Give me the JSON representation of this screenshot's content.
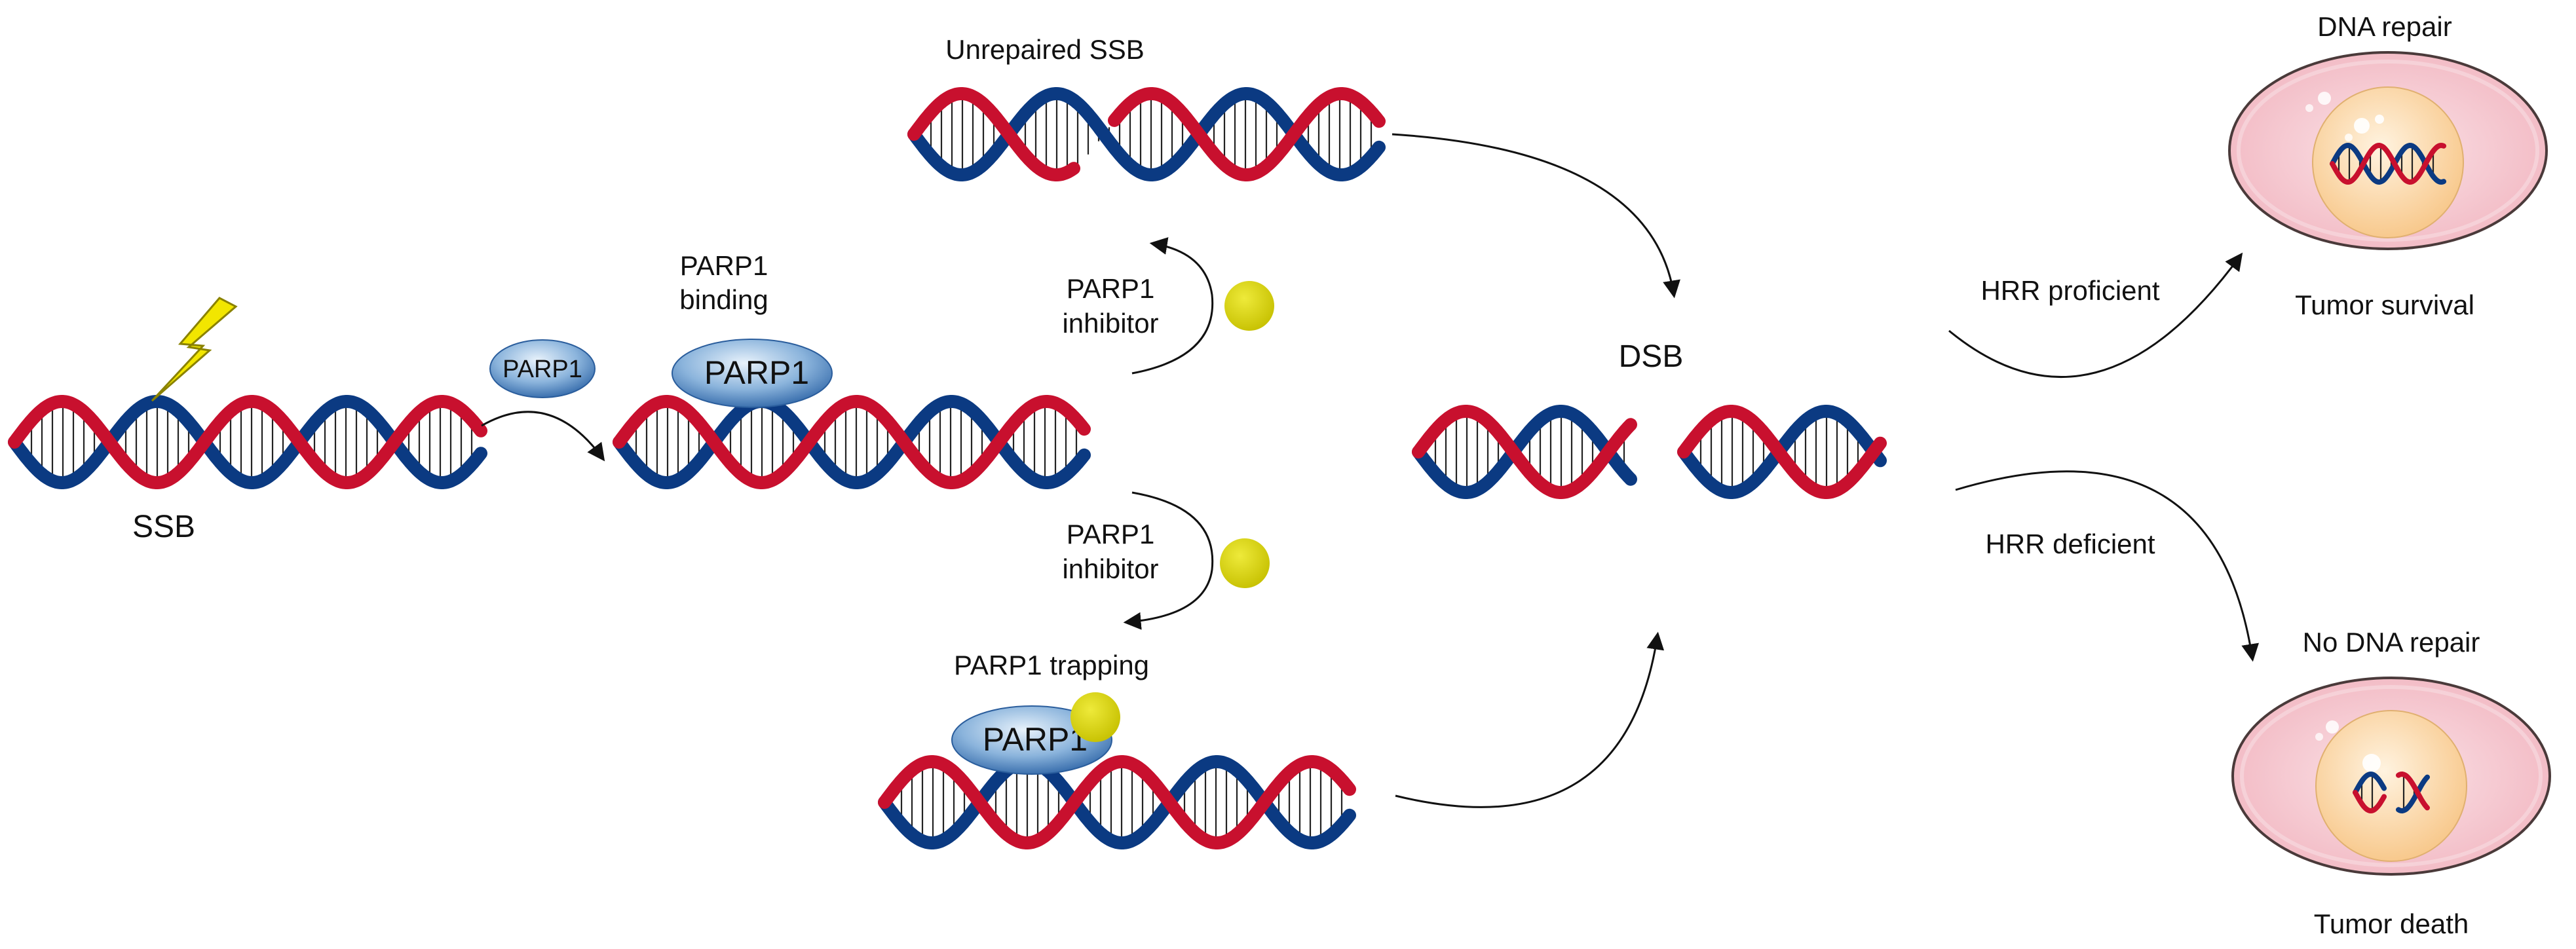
{
  "labels": {
    "ssb": "SSB",
    "parp1_small": "PARP1",
    "parp1_binding_line1": "PARP1",
    "parp1_binding_line2": "binding",
    "parp1_bound": "PARP1",
    "unrepaired_ssb": "Unrepaired SSB",
    "inhibitor_top_line1": "PARP1",
    "inhibitor_top_line2": "inhibitor",
    "inhibitor_bottom_line1": "PARP1",
    "inhibitor_bottom_line2": "inhibitor",
    "parp1_trapping": "PARP1 trapping",
    "parp1_trapped": "PARP1",
    "dsb": "DSB",
    "hrr_proficient": "HRR proficient",
    "hrr_deficient": "HRR deficient",
    "dna_repair": "DNA repair",
    "tumor_survival": "Tumor survival",
    "no_dna_repair": "No DNA repair",
    "tumor_death": "Tumor death"
  },
  "colors": {
    "dna_red": "#c8102e",
    "dna_blue": "#0b3a82",
    "inhibitor_yellow": "#d4cf00",
    "parp_blue": "#4d86c0",
    "cell_pink": "#f4c9d0",
    "nucleus_peach": "#fbd7a6",
    "lightning": "#f2e600"
  }
}
